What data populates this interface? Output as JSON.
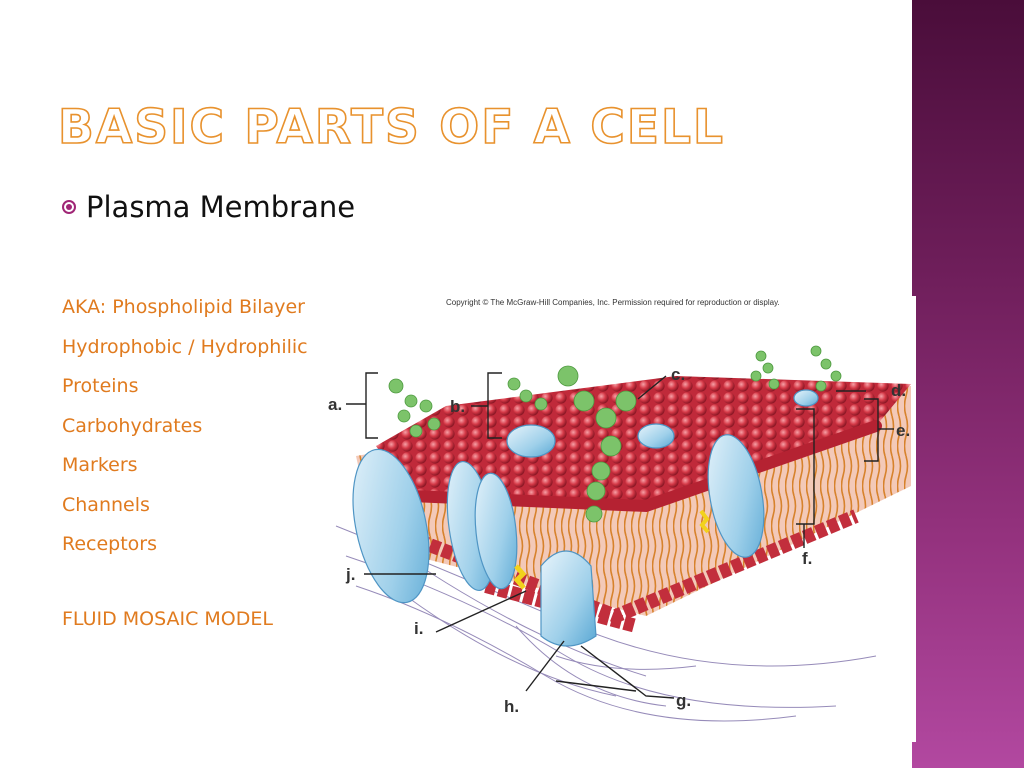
{
  "slide": {
    "title": "Basic Parts of a Cell",
    "bullet": "Plasma Membrane",
    "items": [
      "AKA: Phospholipid Bilayer",
      "Hydrophobic / Hydrophilic",
      "Proteins",
      "Carbohydrates",
      "Markers",
      "Channels",
      "Receptors"
    ],
    "model_label": "FLUID MOSAIC MODEL"
  },
  "figure": {
    "copyright": "Copyright © The McGraw-Hill Companies, Inc. Permission required for reproduction or display.",
    "labels": {
      "a": "a.",
      "b": "b.",
      "c": "c.",
      "d": "d.",
      "e": "e.",
      "f": "f.",
      "g": "g.",
      "h": "h.",
      "i": "i.",
      "j": "j."
    }
  },
  "colors": {
    "accent_orange": "#e07b1f",
    "bullet_purple": "#a02676",
    "side_bar": "#6e1e5a"
  }
}
